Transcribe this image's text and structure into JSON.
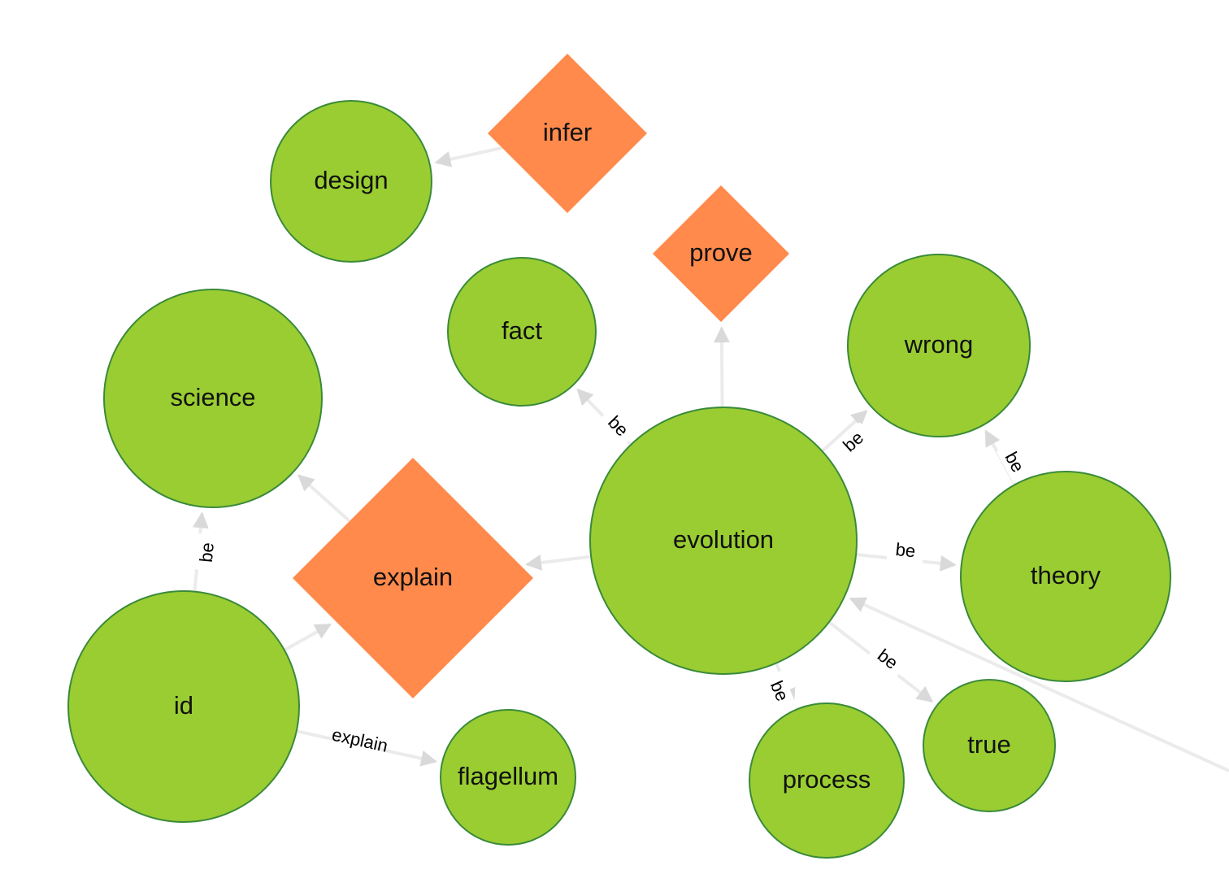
{
  "colors": {
    "entity_fill": "#9acd32",
    "entity_stroke": "#3a8a3a",
    "relation_fill": "#ff8a4c",
    "edge": "#ebebeb",
    "arrow": "#d9d9d9"
  },
  "nodes": {
    "design": {
      "label": "design",
      "kind": "entity"
    },
    "infer": {
      "label": "infer",
      "kind": "relation"
    },
    "prove": {
      "label": "prove",
      "kind": "relation"
    },
    "fact": {
      "label": "fact",
      "kind": "entity"
    },
    "wrong": {
      "label": "wrong",
      "kind": "entity"
    },
    "science": {
      "label": "science",
      "kind": "entity"
    },
    "explain": {
      "label": "explain",
      "kind": "relation"
    },
    "evolution": {
      "label": "evolution",
      "kind": "entity"
    },
    "theory": {
      "label": "theory",
      "kind": "entity"
    },
    "id": {
      "label": "id",
      "kind": "entity"
    },
    "flagellum": {
      "label": "flagellum",
      "kind": "entity"
    },
    "process": {
      "label": "process",
      "kind": "entity"
    },
    "true": {
      "label": "true",
      "kind": "entity"
    }
  },
  "edges": [
    {
      "from": "infer",
      "to": "design",
      "label": ""
    },
    {
      "from": "evolution",
      "to": "prove",
      "label": ""
    },
    {
      "from": "evolution",
      "to": "fact",
      "label": "be"
    },
    {
      "from": "evolution",
      "to": "wrong",
      "label": "be"
    },
    {
      "from": "theory",
      "to": "wrong",
      "label": "be"
    },
    {
      "from": "evolution",
      "to": "theory",
      "label": "be"
    },
    {
      "from": "evolution",
      "to": "explain",
      "label": ""
    },
    {
      "from": "explain",
      "to": "science",
      "label": ""
    },
    {
      "from": "id",
      "to": "science",
      "label": "be"
    },
    {
      "from": "id",
      "to": "explain",
      "label": ""
    },
    {
      "from": "id",
      "to": "flagellum",
      "label": "explain"
    },
    {
      "from": "evolution",
      "to": "process",
      "label": "be"
    },
    {
      "from": "evolution",
      "to": "true",
      "label": "be"
    },
    {
      "from": "offscreen",
      "to": "evolution",
      "label": ""
    }
  ]
}
